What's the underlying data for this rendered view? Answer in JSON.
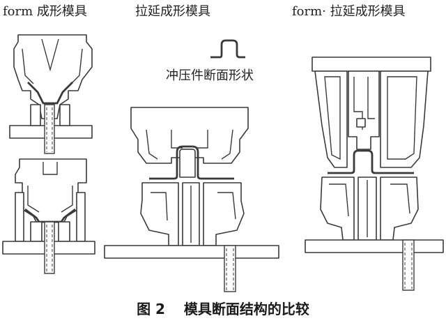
{
  "labels": {
    "form_die": "form 成形模具",
    "draw_die": "拉延成形模具",
    "form_draw_die": "form· 拉延成形模具",
    "part_section": "冲压件断面形状"
  },
  "caption": "图 2　 模具断面结构的比较"
}
